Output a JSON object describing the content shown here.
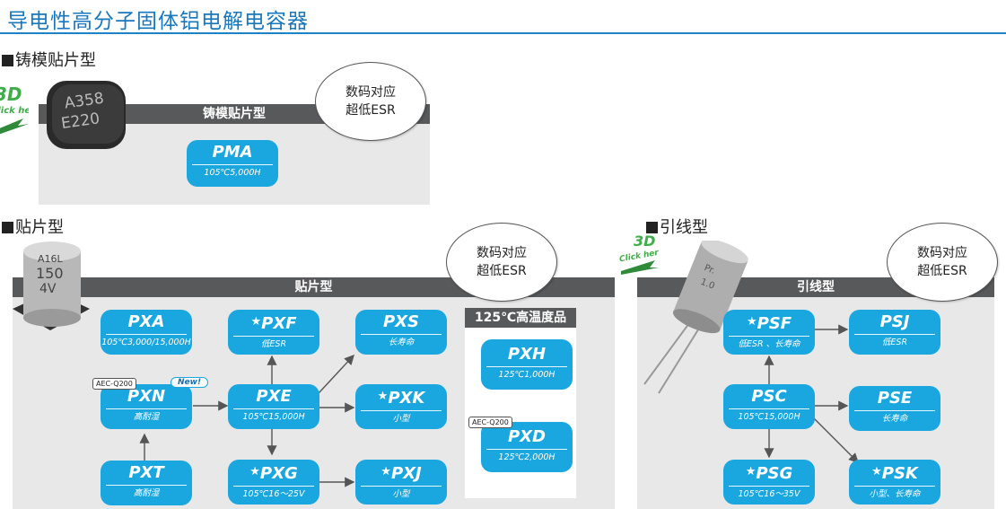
{
  "page_title": "导电性高分子固体铝电解电容器",
  "sections": {
    "molded": {
      "heading": "铸模贴片型",
      "bar": "铸模贴片型",
      "bubble": [
        "数码对应",
        "超低ESR"
      ],
      "cap_text": [
        "A358",
        "E220"
      ]
    },
    "chip": {
      "heading": "贴片型",
      "bar": "贴片型",
      "bubble": [
        "数码对应",
        "超低ESR"
      ],
      "cap_text": [
        "A16L",
        "150",
        "4V"
      ]
    },
    "lead": {
      "heading": "引线型",
      "bar": "引线型",
      "bubble": [
        "数码对应",
        "超低ESR"
      ],
      "cap_text": [
        "Pr.",
        "1.0"
      ]
    }
  },
  "badges": {
    "3d": "3D",
    "click": "Click here!"
  },
  "high_temp": {
    "title": "125℃高温度品"
  },
  "products": {
    "pma": {
      "name": "PMA",
      "spec": "105℃5,000H"
    },
    "pxa": {
      "name": "PXA",
      "spec": "105℃3,000/15,000H"
    },
    "pxn": {
      "name": "PXN",
      "spec": "高耐湿"
    },
    "pxt": {
      "name": "PXT",
      "spec": "高耐湿"
    },
    "pxf": {
      "name": "PXF",
      "star": "★",
      "spec": "低ESR"
    },
    "pxe": {
      "name": "PXE",
      "spec": "105℃15,000H"
    },
    "pxg": {
      "name": "PXG",
      "star": "★",
      "spec": "105℃16～25V"
    },
    "pxs": {
      "name": "PXS",
      "spec": "长寿命"
    },
    "pxk": {
      "name": "PXK",
      "star": "★",
      "spec": "小型"
    },
    "pxj": {
      "name": "PXJ",
      "star": "★",
      "spec": "小型"
    },
    "pxh": {
      "name": "PXH",
      "spec": "125℃1,000H"
    },
    "pxd": {
      "name": "PXD",
      "spec": "125℃2,000H"
    },
    "psf": {
      "name": "PSF",
      "star": "★",
      "spec": "低ESR 、长寿命"
    },
    "psj": {
      "name": "PSJ",
      "spec": "低ESR"
    },
    "psc": {
      "name": "PSC",
      "spec": "105℃15,000H"
    },
    "pse": {
      "name": "PSE",
      "spec": "长寿命"
    },
    "psg": {
      "name": "PSG",
      "star": "★",
      "spec": "105℃16～35V"
    },
    "psk": {
      "name": "PSK",
      "star": "★",
      "spec": "小型、长寿命"
    }
  },
  "tags": {
    "aec_pxn": "AEC-Q200",
    "aec_pxd": "AEC-Q200",
    "new_pxn": "New!"
  },
  "colors": {
    "accent": "#1aa7e0",
    "title": "#1877bd",
    "bar": "#58595b",
    "panel": "#e8e8e8"
  }
}
